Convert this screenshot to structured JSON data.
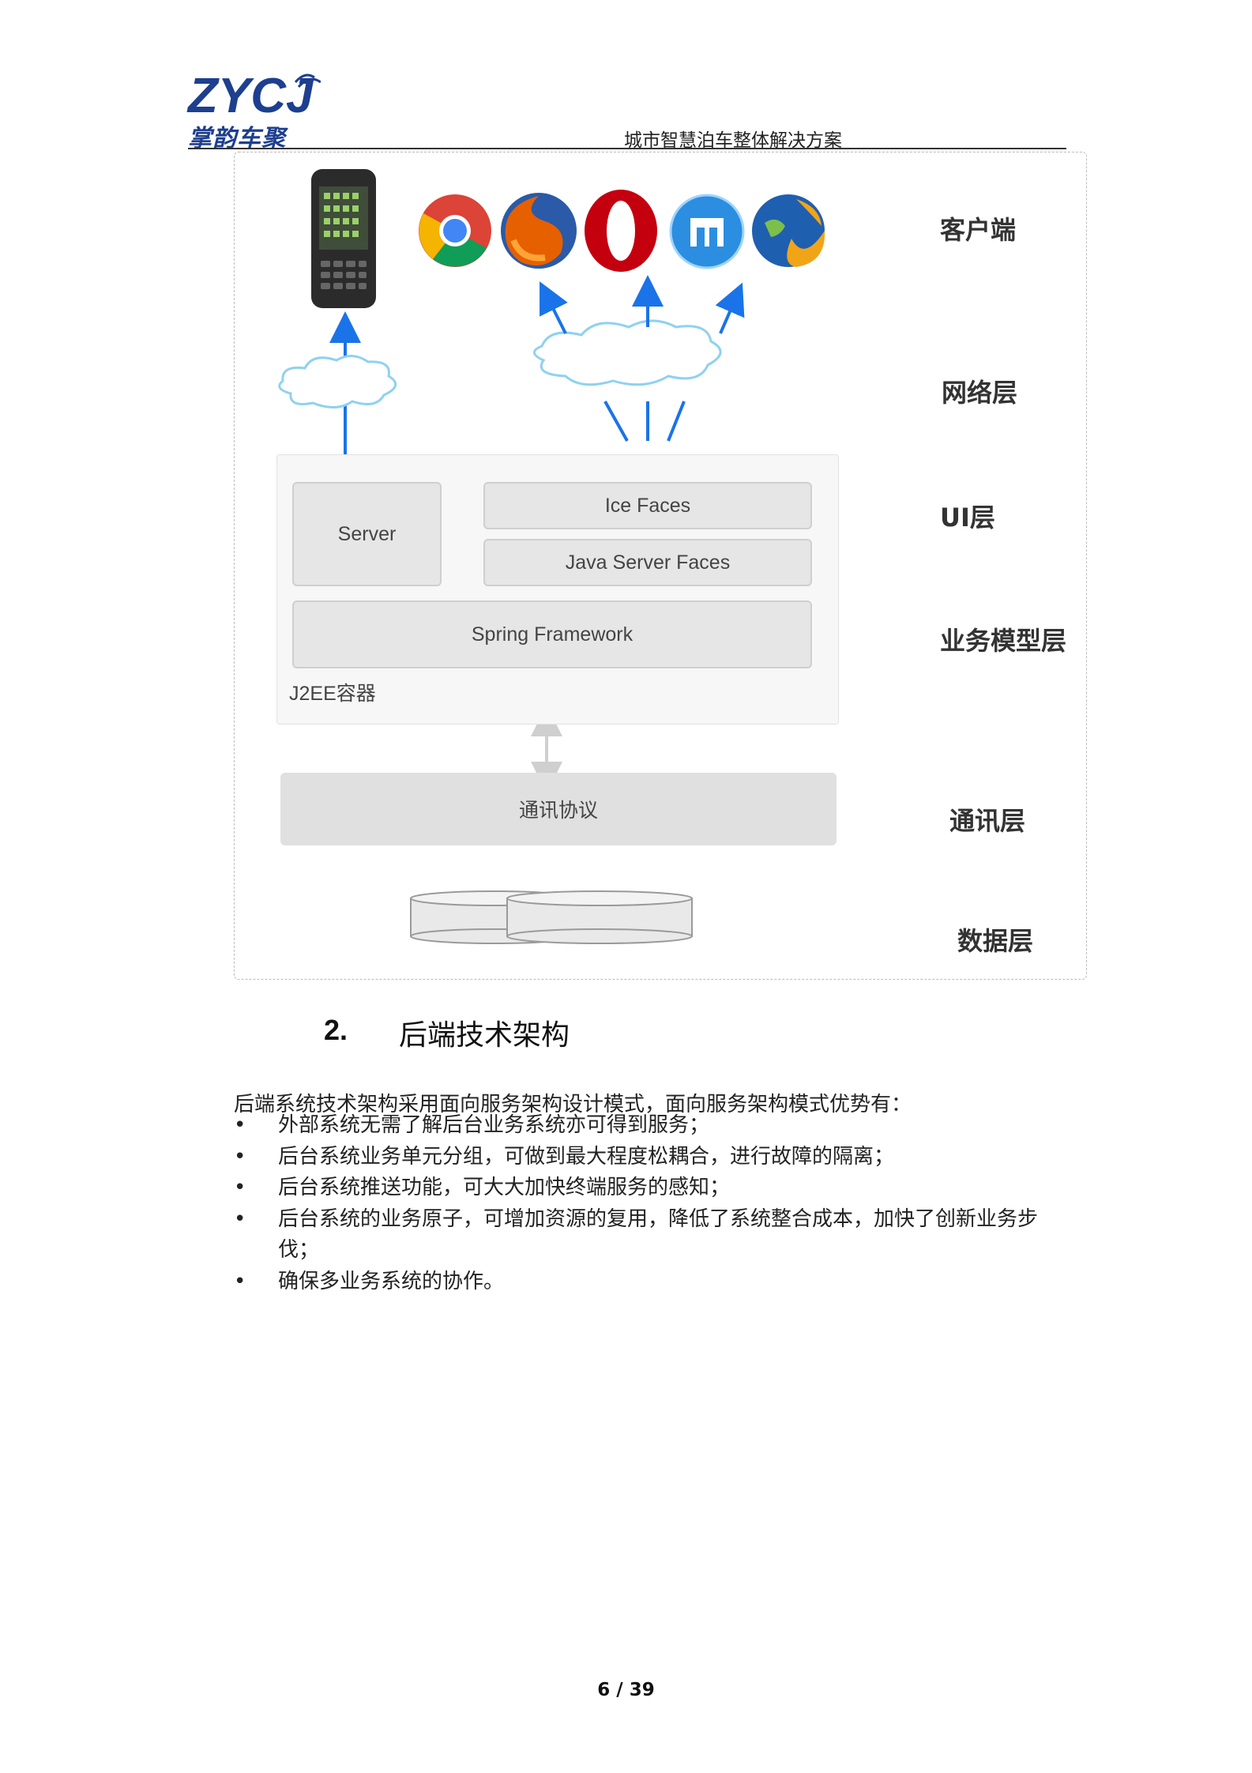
{
  "header": {
    "logo_mark": "ZYCJ",
    "logo_text": "掌韵车聚",
    "doc_title": "城市智慧泊车整体解决方案"
  },
  "figure": {
    "layers": {
      "client": "客户端",
      "network": "网络层",
      "ui": "UI层",
      "business": "业务模型层",
      "comm": "通讯层",
      "data": "数据层"
    },
    "boxes": {
      "server": "Server",
      "ice_faces": "Ice Faces",
      "jsf": "Java Server Faces",
      "spring": "Spring Framework",
      "container": "J2EE容器",
      "protocol": "通讯协议"
    },
    "icons": [
      "handheld-device-icon",
      "chrome-icon",
      "firefox-icon",
      "opera-icon",
      "ie-icon",
      "browser-globe-icon",
      "cloud-icon",
      "database-icon"
    ]
  },
  "section": {
    "number": "2.",
    "title": "后端技术架构",
    "intro": "后端系统技术架构采用面向服务架构设计模式，面向服务架构模式优势有：",
    "bullet_symbol": "•",
    "bullets": [
      "外部系统无需了解后台业务系统亦可得到服务；",
      "后台系统业务单元分组，可做到最大程度松耦合，进行故障的隔离；",
      "后台系统推送功能，可大大加快终端服务的感知；",
      "后台系统的业务原子，可增加资源的复用，降低了系统整合成本，加快了创新业务步伐；",
      "确保多业务系统的协作。"
    ]
  },
  "footer": {
    "page": "6 / 39"
  }
}
